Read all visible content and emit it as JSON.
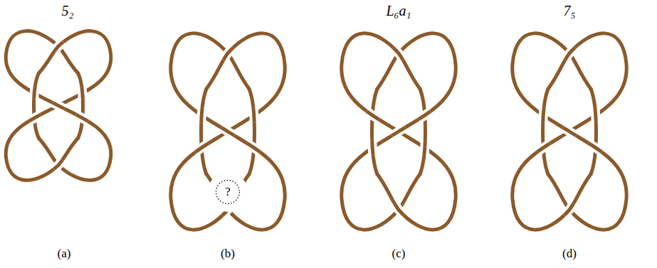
{
  "diagram": {
    "nodes": [
      {
        "text": [
          "?"
        ]
      }
    ],
    "labels": [
      "5₂",
      "L₆a₁",
      "7₅",
      "(a)",
      "(b)",
      "(c)",
      "(d)"
    ]
  }
}
